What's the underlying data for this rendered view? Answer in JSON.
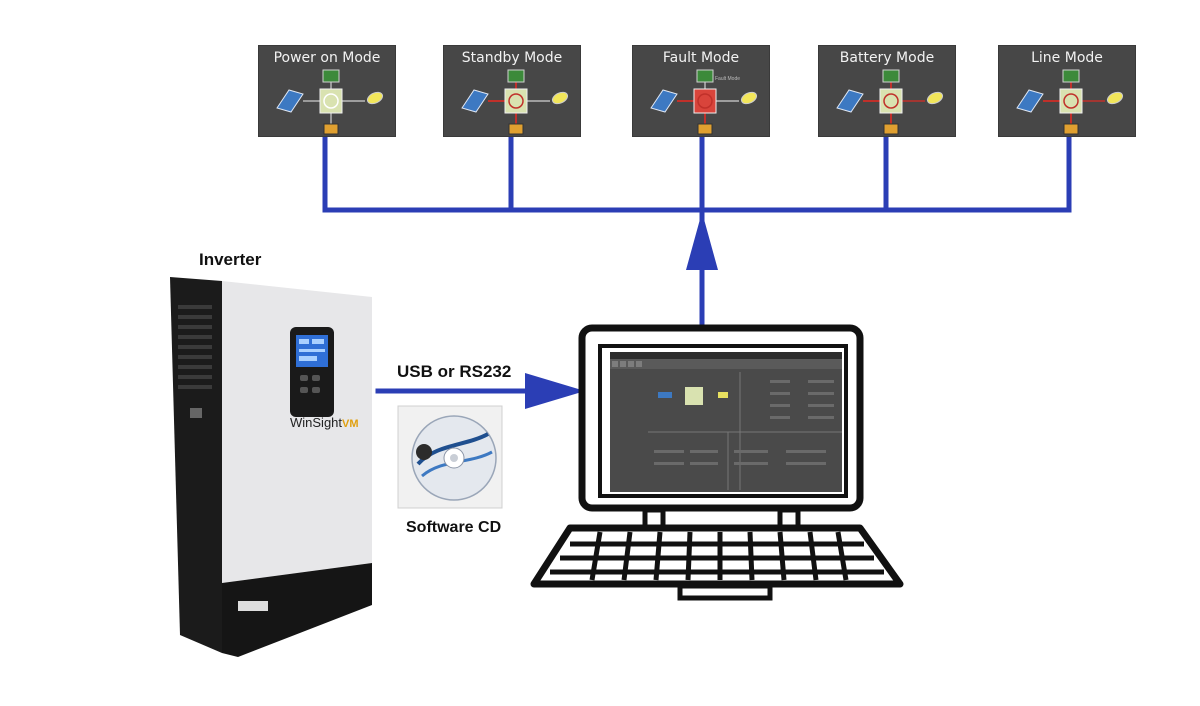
{
  "modes": [
    {
      "title": "Power on Mode",
      "state": "off"
    },
    {
      "title": "Standby Mode",
      "state": "standby"
    },
    {
      "title": "Fault Mode",
      "state": "fault",
      "note": "Fault Mode"
    },
    {
      "title": "Battery Mode",
      "state": "battery"
    },
    {
      "title": "Line Mode",
      "state": "line"
    }
  ],
  "inverter": {
    "label": "Inverter",
    "brand": "WinSight",
    "brand_suffix": "VM"
  },
  "connection": {
    "label": "USB or RS232"
  },
  "cd": {
    "label": "Software CD"
  },
  "colors": {
    "connector_blue": "#2b3eb5",
    "panel_dark": "#474747",
    "flow_red": "#c0302a",
    "fault_red": "#d9443b",
    "inverter_green": "#d9e2b0"
  },
  "icons": [
    "solar-panel-icon",
    "inverter-unit-icon",
    "grid-tower-icon",
    "battery-icon",
    "light-bulb-icon",
    "keyboard-icon",
    "cd-disc-icon"
  ]
}
